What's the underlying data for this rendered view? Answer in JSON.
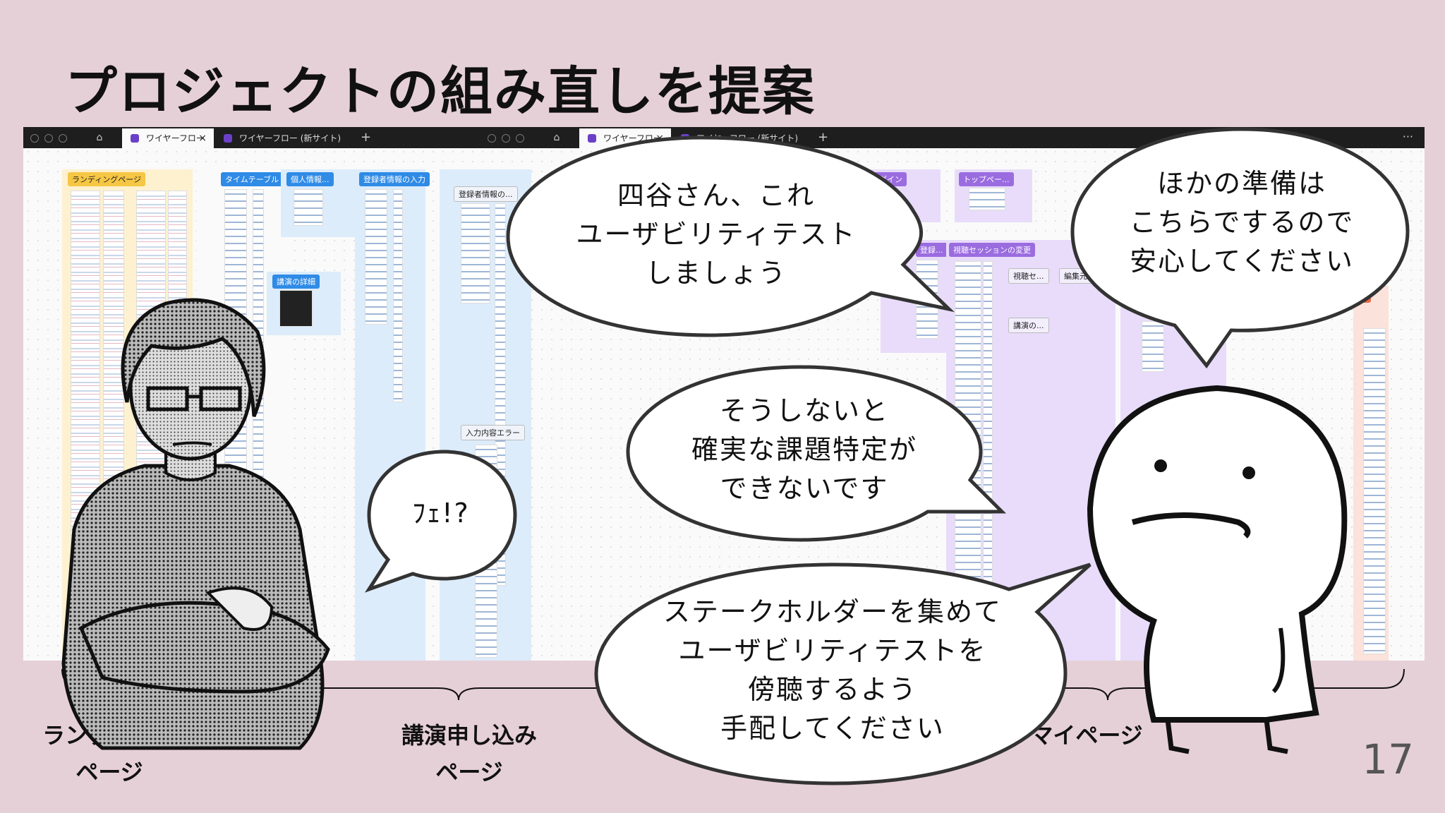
{
  "slide": {
    "title": "プロジェクトの組み直しを提案",
    "page_number": "17"
  },
  "figma": {
    "tabs_left": [
      {
        "label": "ワイヤーフロー",
        "active": true
      },
      {
        "label": "ワイヤーフロー (新サイト)",
        "active": false
      }
    ],
    "tabs_right": [
      {
        "label": "ワイヤーフロー",
        "active": true
      },
      {
        "label": "ワイヤーフロー (新サイト)",
        "active": false
      }
    ],
    "close_glyph": "×",
    "plus_glyph": "+",
    "more_glyph": "···",
    "home_icon": "home-icon",
    "section_tags": {
      "landing": "ランディングページ",
      "timetable": "タイムテーブル",
      "personal": "個人情報...",
      "lecture_detail": "講演の詳細",
      "registrant_input": "登録者情報の入力",
      "registrant_info": "登録者情報の...",
      "input_error": "入力内容エラー",
      "login": "ログイン",
      "toppage": "トップペー...",
      "view_session_change": "視聴セッションの変更",
      "viewing": "視聴セ...",
      "editing": "編集元",
      "lecture": "講演の...",
      "small": "登録..."
    },
    "colors": {
      "tag_yellow": "#f6c744",
      "tag_blue": "#2f8be6",
      "tag_purple": "#9b6ce0",
      "tag_red": "#e8684a",
      "bg_yellow": "#fdf1cf",
      "bg_blue": "#dcecfb",
      "bg_purple": "#e8dcfa",
      "bg_red": "#fbe2da"
    }
  },
  "bubbles": {
    "yotsuya": "四谷さん、これ\nユーザビリティテスト\nしましょう",
    "preparation": "ほかの準備は\nこちらでするので\n安心してください",
    "reaction": "ﾌｪ!?",
    "reason": "そうしないと\n確実な課題特定が\nできないです",
    "stakeholders": "ステークホルダーを集めて\nユーザビリティテストを\n傍聴するよう\n手配してください"
  },
  "braces": {
    "landing": "ランディング\nページ",
    "apply": "講演申し込み\nページ",
    "mypage": "マイページ"
  },
  "characters": {
    "man": "man-crossed-arms-figure",
    "blob": "worried-blob-figure"
  }
}
